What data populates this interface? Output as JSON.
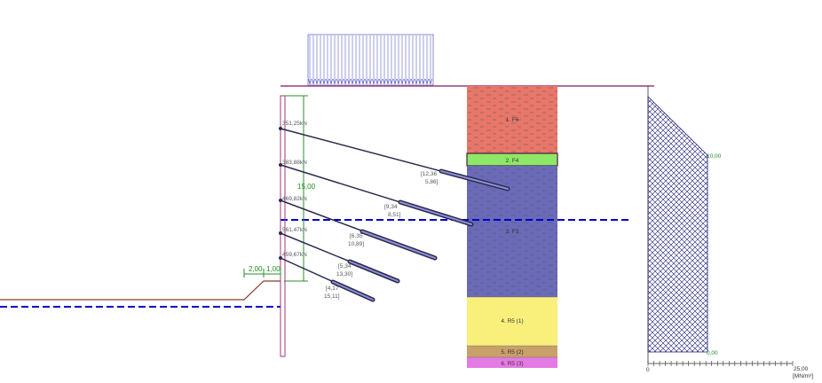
{
  "colors": {
    "wall": "#9c3a7c",
    "terrain": "#8c3a2a",
    "water": "#0000cc",
    "dimension": "#2e8b2e",
    "anchor": "#2a2a4e",
    "surcharge": "#3a3ac0",
    "hatch": "#1a1a7a"
  },
  "anchors": [
    {
      "force": "351,25kN",
      "bond": [
        "[12,36",
        "5,86]"
      ]
    },
    {
      "force": "383,88kN",
      "bond": [
        "[9,34",
        "8,51]"
      ]
    },
    {
      "force": "469,82kN",
      "bond": [
        "[6,35",
        "10,89]"
      ]
    },
    {
      "force": "561,47kN",
      "bond": [
        "[5,34",
        "13,30]"
      ]
    },
    {
      "force": "459,67kN",
      "bond": [
        "[4,17",
        "15,11]"
      ]
    }
  ],
  "soil_layers": [
    {
      "label": "1. F6",
      "color": "#e8776a"
    },
    {
      "label": "2. F4",
      "color": "#8ee868"
    },
    {
      "label": "3. F3",
      "color": "#6a6ab8"
    },
    {
      "label": "4. R5 (1)",
      "color": "#f8f07a"
    },
    {
      "label": "5. R5 (2)",
      "color": "#c9a06a"
    },
    {
      "label": "6. R5 (3)",
      "color": "#e47ae4"
    }
  ],
  "dimensions": {
    "wall_height": "15,00",
    "berm_width": "2,00",
    "berm_offset": "1,00"
  },
  "right_panel": {
    "top_value": "10,00",
    "bottom_value": "0,00",
    "axis_start": "0",
    "axis_end": "25,00",
    "axis_unit": "[MN/m³]"
  }
}
